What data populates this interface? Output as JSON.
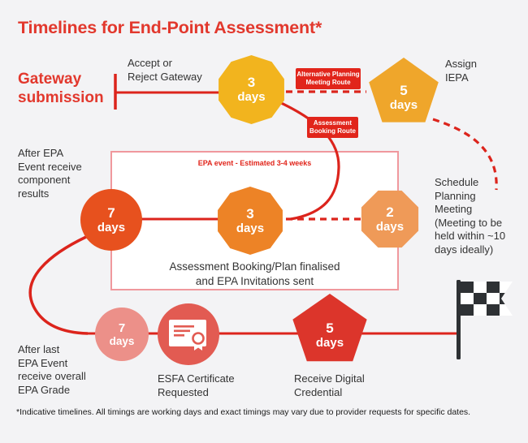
{
  "title": "Timelines for End-Point Assessment*",
  "footnote": "*Indicative timelines.  All timings are working days and exact timings may vary due to provider requests for specific dates.",
  "gateway": {
    "line1": "Gateway",
    "line2": "submission"
  },
  "labels": {
    "accept": {
      "line1": "Accept or",
      "line2": "Reject Gateway"
    },
    "assign": {
      "line1": "Assign",
      "line2": "IEPA"
    },
    "after_epa": {
      "line1": "After EPA",
      "line2": "Event receive",
      "line3": "component",
      "line4": "results"
    },
    "schedule": {
      "line1": "Schedule",
      "line2": "Planning",
      "line3": "Meeting",
      "line4": "(Meeting to be",
      "line5": "held within ~10",
      "line6": "days ideally)"
    },
    "epa_event_box": "EPA event - Estimated 3-4 weeks",
    "booking_finalised": {
      "line1": "Assessment Booking/Plan finalised",
      "line2": "and EPA Invitations sent"
    },
    "esfa": {
      "line1": "ESFA Certificate",
      "line2": "Requested"
    },
    "receive_digital": {
      "line1": "Receive Digital",
      "line2": "Credential"
    },
    "after_last": {
      "line1": "After last",
      "line2": "EPA Event",
      "line3": "receive overall",
      "line4": "EPA Grade"
    }
  },
  "routes": {
    "alt_planning": {
      "line1": "Alternative Planning",
      "line2": "Meeting Route"
    },
    "assessment_booking": {
      "line1": "Assessment",
      "line2": "Booking Route"
    }
  },
  "nodes": {
    "gateway_review": {
      "value": "3",
      "unit": "days",
      "shape": "decagon",
      "color": "#F2B41E"
    },
    "assign_iepa": {
      "value": "5",
      "unit": "days",
      "shape": "pentagon",
      "color": "#EFA62B"
    },
    "component_results": {
      "value": "7",
      "unit": "days",
      "shape": "circle",
      "color": "#E7511E"
    },
    "epa_event": {
      "value": "3",
      "unit": "days",
      "shape": "decagon",
      "color": "#ED8326"
    },
    "schedule_meeting": {
      "value": "2",
      "unit": "days",
      "shape": "octagon",
      "color": "#EF9A58"
    },
    "overall_grade": {
      "value": "7",
      "unit": "days",
      "shape": "circle",
      "color": "#EC9089"
    },
    "esfa_certificate": {
      "shape": "circle",
      "color": "#E25B52",
      "icon": "certificate-icon"
    },
    "digital_credential": {
      "value": "5",
      "unit": "days",
      "shape": "pentagon",
      "color": "#DC352B"
    }
  },
  "icons": {
    "finish": "checkered-flag-icon",
    "certificate": "certificate-icon"
  },
  "colors": {
    "background": "#F3F3F5",
    "title_red": "#E2382D",
    "connector_red": "#DC241C",
    "route_label_bg": "#E1251B",
    "epa_box_border": "#F0989D",
    "flag_dark": "#2E3134",
    "text_dark": "#333333"
  }
}
